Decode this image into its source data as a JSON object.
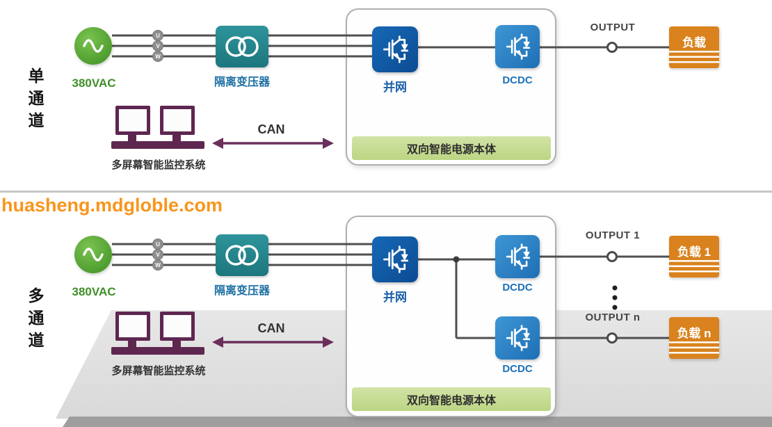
{
  "watermark": "huasheng.mdgloble.com",
  "colors": {
    "watermark_orange": "#F8951D",
    "source_green": "#4E9C2E",
    "transformer_teal": "#26898F",
    "inverter_blue": "#0E55A0",
    "dcdc_blue": "#2E86C9",
    "load_orange": "#D9821E",
    "monitor_purple": "#5E2750",
    "can_arrow_purple": "#6B2F5B",
    "unit_bar_green": "#C8DE9A"
  },
  "icons": {
    "ac-source-icon": "sine-wave",
    "transformer-icon": "double-ring",
    "igbt-icon": "igbt-symbol",
    "monitor-icon": "dual-monitors",
    "output-terminal-icon": "open-circle",
    "can-arrow-icon": "double-headed-arrow"
  },
  "single_channel": {
    "side_label": "单通道",
    "source_label": "380VAC",
    "phases": [
      "U",
      "V",
      "W"
    ],
    "transformer_label": "隔离变压器",
    "inverter_label": "并网",
    "dcdc_label": "DCDC",
    "unit_label": "双向智能电源本体",
    "output_label": "OUTPUT",
    "load_label": "负载",
    "monitor_label": "多屏幕智能监控系统",
    "bus_label": "CAN"
  },
  "multi_channel": {
    "side_label": "多通道",
    "source_label": "380VAC",
    "phases": [
      "U",
      "V",
      "W"
    ],
    "transformer_label": "隔离变压器",
    "inverter_label": "并网",
    "dcdc_top_label": "DCDC",
    "dcdc_bottom_label": "DCDC",
    "unit_label": "双向智能电源本体",
    "output_top_label": "OUTPUT 1",
    "output_bottom_label": "OUTPUT n",
    "load_top_label": "负载 1",
    "load_bottom_label": "负载 n",
    "monitor_label": "多屏幕智能监控系统",
    "bus_label": "CAN"
  }
}
